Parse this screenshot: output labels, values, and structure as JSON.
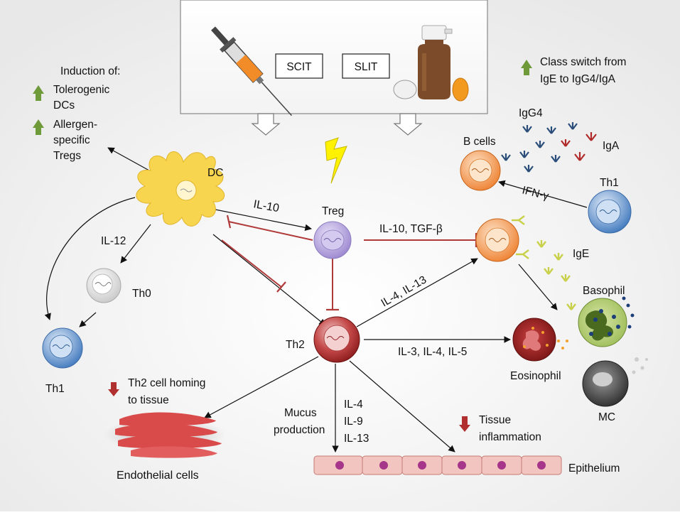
{
  "therapy": {
    "scit": "SCIT",
    "slit": "SLIT"
  },
  "notes": {
    "induction_title": "Induction of:",
    "tolerogenic_1": "Tolerogenic",
    "tolerogenic_2": "DCs",
    "allergen_1": "Allergen-",
    "allergen_2": "specific",
    "allergen_3": "Tregs",
    "class_switch_1": "Class switch from",
    "class_switch_2": "IgE to IgG4/IgA",
    "homing_1": "Th2 cell homing",
    "homing_2": "to tissue",
    "inflammation_1": "Tissue",
    "inflammation_2": "inflammation",
    "mucus_1": "Mucus",
    "mucus_2": "production"
  },
  "cells": {
    "dc": "DC",
    "treg": "Treg",
    "th0": "Th0",
    "th1_left": "Th1",
    "th1_right": "Th1",
    "th2": "Th2",
    "b_cells": "B cells",
    "basophil": "Basophil",
    "eosinophil": "Eosinophil",
    "mc": "MC",
    "endothelial": "Endothelial cells",
    "epithelium": "Epithelium"
  },
  "antibodies": {
    "igg4": "IgG4",
    "iga": "IgA",
    "ige": "IgE"
  },
  "cytokines": {
    "il10": "IL-10",
    "il12": "IL-12",
    "il10_tgfb": "IL-10, TGF-β",
    "il4_il13": "IL-4, IL-13",
    "il3_il4_il5": "IL-3, IL-4, IL-5",
    "ifng": "IFN-γ",
    "il4": "IL-4",
    "il9": "IL-9",
    "il13": "IL-13"
  },
  "colors": {
    "up_arrow": "#6e9a3a",
    "down_arrow": "#b03030",
    "inhibit": "#b03a3a",
    "dc": "#f7d54f",
    "treg": "#b3a2dc",
    "th2": "#9e2424",
    "bcell": "#f08a3a",
    "th1": "#4f86c6",
    "endothelial": "#d94b4b",
    "epithelium": "#f3c5c0"
  }
}
